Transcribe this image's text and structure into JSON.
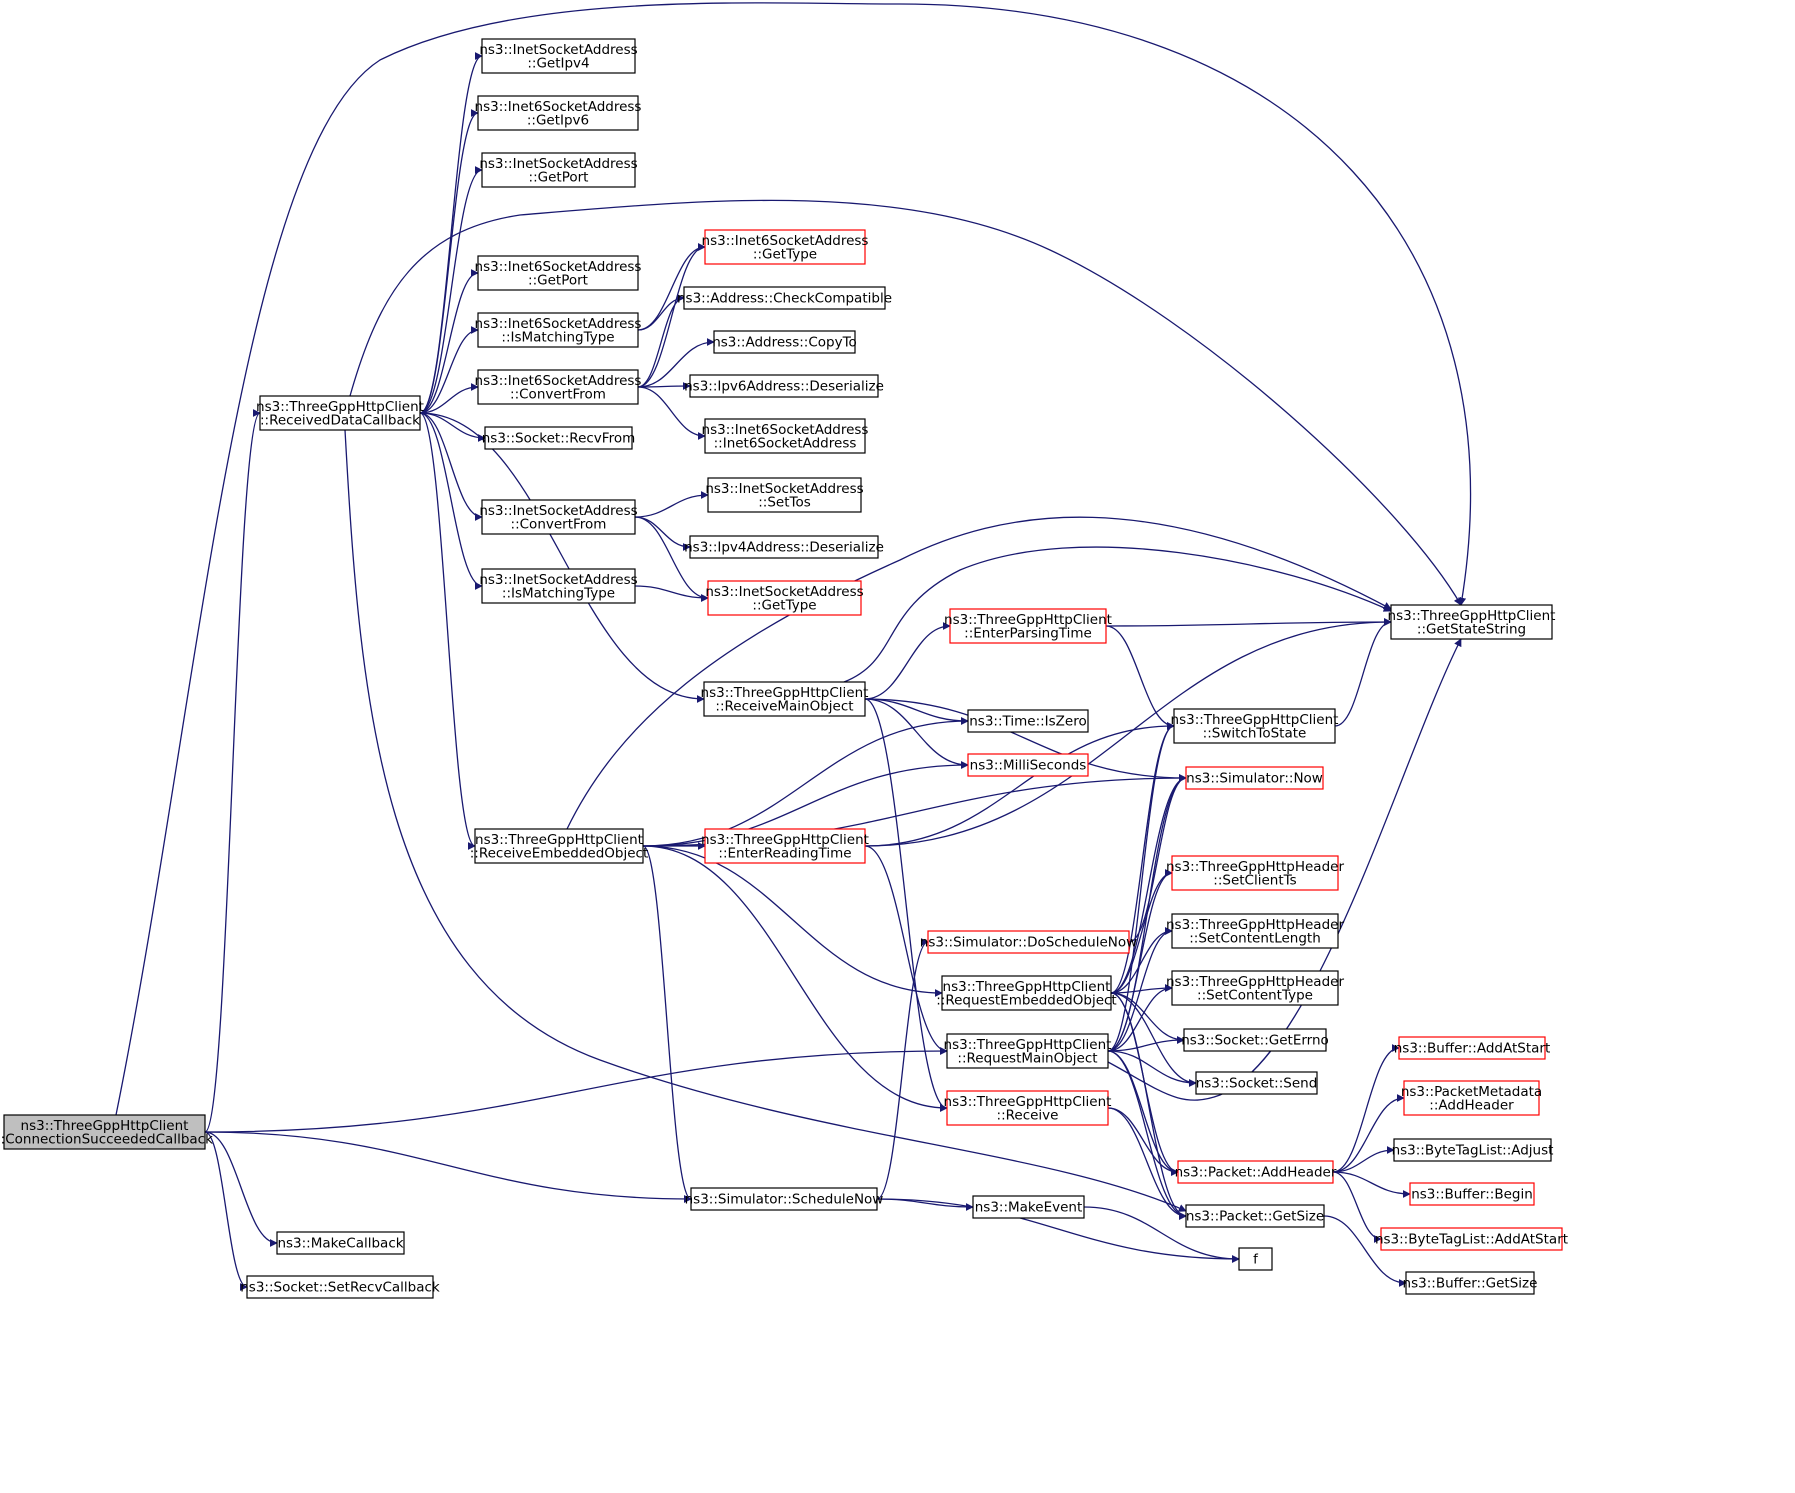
{
  "graph": {
    "colors": {
      "edge": "#191970",
      "node_border": "#000000",
      "node_incomplete_border": "#ff0000",
      "root_fill": "#bfbfbf"
    },
    "nodes": {
      "conn_succeeded": {
        "lines": [
          "ns3::ThreeGppHttpClient",
          "::ConnectionSucceededCallback"
        ]
      },
      "received_data": {
        "lines": [
          "ns3::ThreeGppHttpClient",
          "::ReceivedDataCallback"
        ]
      },
      "inet_getipv4": {
        "lines": [
          "ns3::InetSocketAddress",
          "::GetIpv4"
        ]
      },
      "inet6_getipv6": {
        "lines": [
          "ns3::Inet6SocketAddress",
          "::GetIpv6"
        ]
      },
      "inet_getport": {
        "lines": [
          "ns3::InetSocketAddress",
          "::GetPort"
        ]
      },
      "inet6_getport": {
        "lines": [
          "ns3::Inet6SocketAddress",
          "::GetPort"
        ]
      },
      "inet6_ismatching": {
        "lines": [
          "ns3::Inet6SocketAddress",
          "::IsMatchingType"
        ]
      },
      "inet6_convertfrom": {
        "lines": [
          "ns3::Inet6SocketAddress",
          "::ConvertFrom"
        ]
      },
      "socket_recvfrom": {
        "lines": [
          "ns3::Socket::RecvFrom"
        ]
      },
      "inet_convertfrom": {
        "lines": [
          "ns3::InetSocketAddress",
          "::ConvertFrom"
        ]
      },
      "inet_ismatching": {
        "lines": [
          "ns3::InetSocketAddress",
          "::IsMatchingType"
        ]
      },
      "inet6_gettype": {
        "lines": [
          "ns3::Inet6SocketAddress",
          "::GetType"
        ]
      },
      "addr_checkcompat": {
        "lines": [
          "ns3::Address::CheckCompatible"
        ]
      },
      "addr_copyto": {
        "lines": [
          "ns3::Address::CopyTo"
        ]
      },
      "ipv6_deserialize": {
        "lines": [
          "ns3::Ipv6Address::Deserialize"
        ]
      },
      "inet6_ctor": {
        "lines": [
          "ns3::Inet6SocketAddress",
          "::Inet6SocketAddress"
        ]
      },
      "inet_settos": {
        "lines": [
          "ns3::InetSocketAddress",
          "::SetTos"
        ]
      },
      "ipv4_deserialize": {
        "lines": [
          "ns3::Ipv4Address::Deserialize"
        ]
      },
      "inet_gettype": {
        "lines": [
          "ns3::InetSocketAddress",
          "::GetType"
        ]
      },
      "get_state_string": {
        "lines": [
          "ns3::ThreeGppHttpClient",
          "::GetStateString"
        ]
      },
      "enter_parsing": {
        "lines": [
          "ns3::ThreeGppHttpClient",
          "::EnterParsingTime"
        ]
      },
      "receive_main": {
        "lines": [
          "ns3::ThreeGppHttpClient",
          "::ReceiveMainObject"
        ]
      },
      "time_iszero": {
        "lines": [
          "ns3::Time::IsZero"
        ]
      },
      "milliseconds": {
        "lines": [
          "ns3::MilliSeconds"
        ]
      },
      "switch_state": {
        "lines": [
          "ns3::ThreeGppHttpClient",
          "::SwitchToState"
        ]
      },
      "sim_now": {
        "lines": [
          "ns3::Simulator::Now"
        ]
      },
      "receive_embedded": {
        "lines": [
          "ns3::ThreeGppHttpClient",
          "::ReceiveEmbeddedObject"
        ]
      },
      "enter_reading": {
        "lines": [
          "ns3::ThreeGppHttpClient",
          "::EnterReadingTime"
        ]
      },
      "set_client_ts": {
        "lines": [
          "ns3::ThreeGppHttpHeader",
          "::SetClientTs"
        ]
      },
      "set_content_length": {
        "lines": [
          "ns3::ThreeGppHttpHeader",
          "::SetContentLength"
        ]
      },
      "sim_doschedulenow": {
        "lines": [
          "ns3::Simulator::DoScheduleNow"
        ]
      },
      "request_embedded": {
        "lines": [
          "ns3::ThreeGppHttpClient",
          "::RequestEmbeddedObject"
        ]
      },
      "set_content_type": {
        "lines": [
          "ns3::ThreeGppHttpHeader",
          "::SetContentType"
        ]
      },
      "request_main": {
        "lines": [
          "ns3::ThreeGppHttpClient",
          "::RequestMainObject"
        ]
      },
      "socket_geterrno": {
        "lines": [
          "ns3::Socket::GetErrno"
        ]
      },
      "socket_send": {
        "lines": [
          "ns3::Socket::Send"
        ]
      },
      "client_receive": {
        "lines": [
          "ns3::ThreeGppHttpClient",
          "::Receive"
        ]
      },
      "buffer_addatstart": {
        "lines": [
          "ns3::Buffer::AddAtStart"
        ]
      },
      "pktmeta_addheader": {
        "lines": [
          "ns3::PacketMetadata",
          "::AddHeader"
        ]
      },
      "packet_addheader": {
        "lines": [
          "ns3::Packet::AddHeader"
        ]
      },
      "bytetag_adjust": {
        "lines": [
          "ns3::ByteTagList::Adjust"
        ]
      },
      "buffer_begin": {
        "lines": [
          "ns3::Buffer::Begin"
        ]
      },
      "sim_schedulenow": {
        "lines": [
          "ns3::Simulator::ScheduleNow"
        ]
      },
      "make_event": {
        "lines": [
          "ns3::MakeEvent"
        ]
      },
      "packet_getsize": {
        "lines": [
          "ns3::Packet::GetSize"
        ]
      },
      "bytetag_addatstart": {
        "lines": [
          "ns3::ByteTagList::AddAtStart"
        ]
      },
      "make_callback": {
        "lines": [
          "ns3::MakeCallback"
        ]
      },
      "f": {
        "lines": [
          "f"
        ]
      },
      "socket_setrecvcb": {
        "lines": [
          "ns3::Socket::SetRecvCallback"
        ]
      },
      "buffer_getsize": {
        "lines": [
          "ns3::Buffer::GetSize"
        ]
      }
    }
  }
}
